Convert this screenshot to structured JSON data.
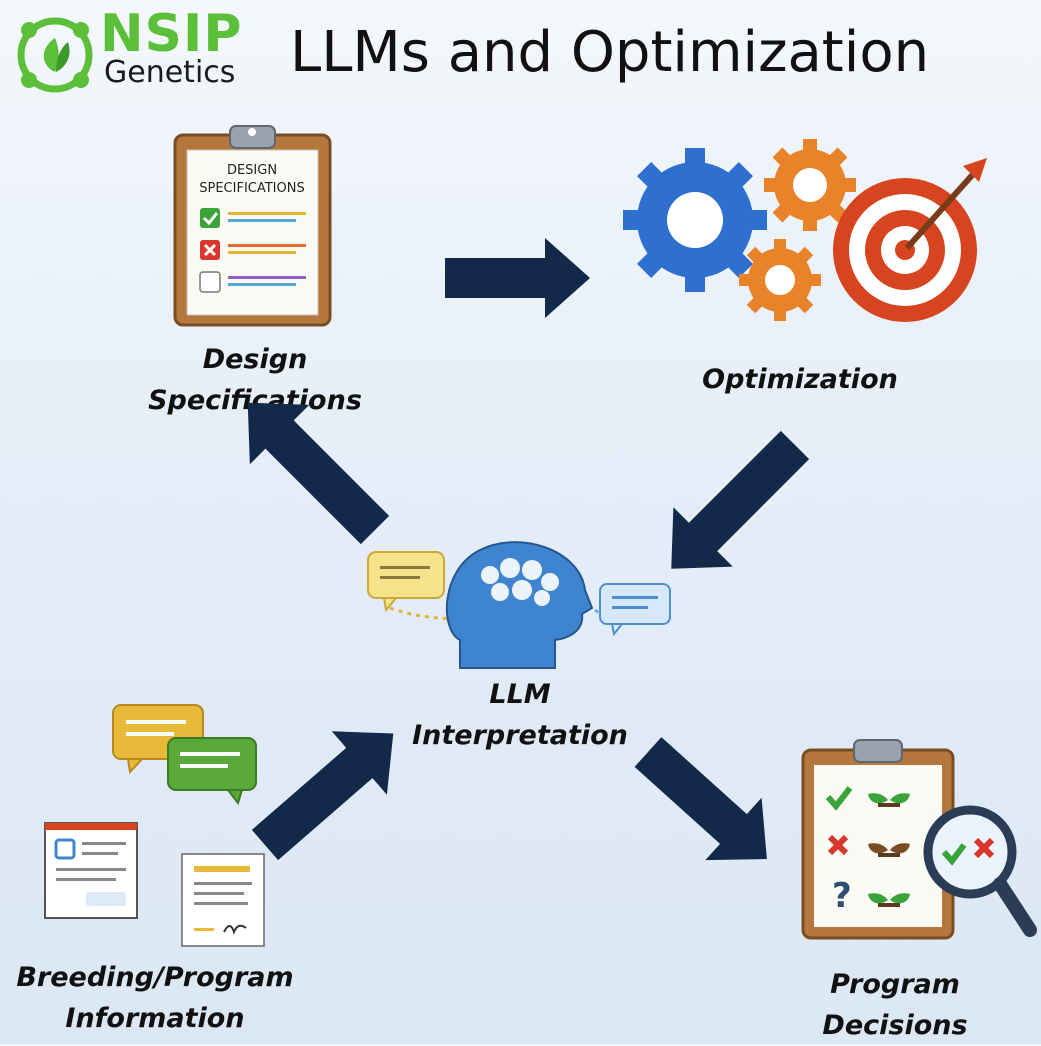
{
  "logo": {
    "brand": "NSIP",
    "sub": "Genetics"
  },
  "title": "LLMs and Optimization",
  "clipboard": {
    "line1": "DESIGN",
    "line2": "SPECIFICATIONS"
  },
  "nodes": {
    "design": {
      "line1": "Design",
      "line2": "Specifications"
    },
    "optimization": {
      "line1": "Optimization"
    },
    "llm": {
      "line1": "LLM",
      "line2": "Interpretation"
    },
    "breeding": {
      "line1": "Breeding/Program",
      "line2": "Information"
    },
    "decisions": {
      "line1": "Program",
      "line2": "Decisions"
    }
  },
  "colors": {
    "arrow": "#13294a",
    "logo_green": "#5cbf3a",
    "gear_blue": "#2f6fd0",
    "gear_orange": "#e8832a",
    "target_red": "#d6451f",
    "clipboard_wood": "#b5773e"
  },
  "icons": [
    "nsip-logo-icon",
    "clipboard-icon",
    "gears-target-icon",
    "brain-head-icon",
    "chat-bubbles-icon",
    "documents-icon",
    "decision-clipboard-icon",
    "magnifier-icon"
  ]
}
